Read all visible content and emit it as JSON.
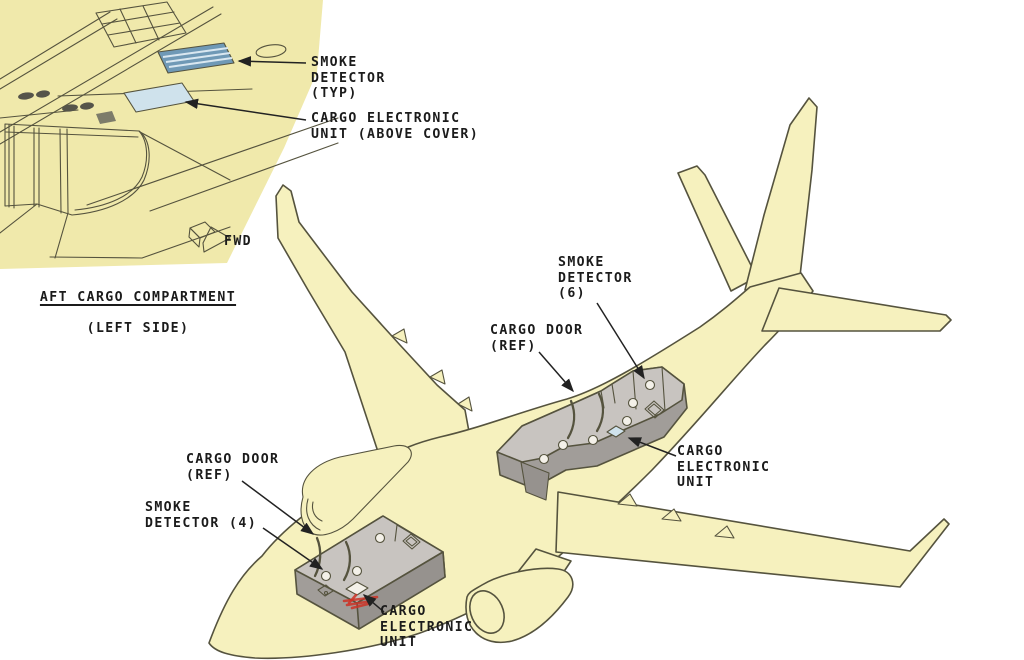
{
  "colors": {
    "body": "#f6f1be",
    "ink": "#55533e",
    "insetBg": "#f0e9ab",
    "boxTop": "#c8c4c0",
    "boxSide": "#a19d99",
    "boxDark": "#96928e",
    "detectorBlue": "#6f99b6",
    "ceuBlue": "#cfe2ec",
    "labelInk": "#1b1b1b",
    "red": "#cc3326"
  },
  "inset": {
    "smoke_detector_label": "SMOKE\nDETECTOR\n(TYP)",
    "ceu_label": "CARGO ELECTRONIC\nUNIT (ABOVE COVER)",
    "caption_title": "AFT CARGO COMPARTMENT",
    "caption_sub": "(LEFT SIDE)",
    "fwd_label": "FWD"
  },
  "aircraft": {
    "aft_compartment": {
      "smoke_detector_label": "SMOKE\nDETECTOR\n(6)",
      "cargo_door_label": "CARGO DOOR\n(REF)",
      "ceu_label": "CARGO\nELECTRONIC\nUNIT"
    },
    "fwd_compartment": {
      "cargo_door_label": "CARGO DOOR\n(REF)",
      "smoke_detector_label": "SMOKE\nDETECTOR (4)",
      "ceu_label": "CARGO\nELECTRONIC\nUNIT"
    }
  }
}
